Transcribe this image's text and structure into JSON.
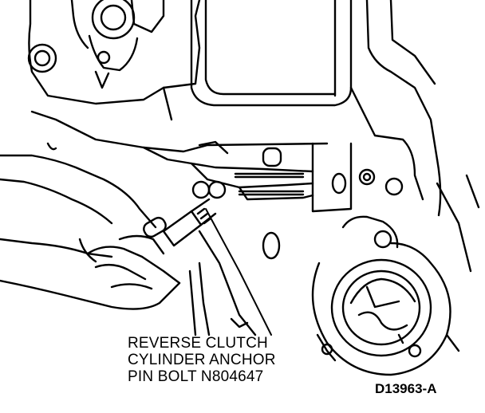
{
  "callout": {
    "lines": [
      "REVERSE CLUTCH",
      "CYLINDER ANCHOR",
      "PIN BOLT N804647"
    ]
  },
  "figure_id": "D13963-A",
  "icons": [
    "hand-holding-wrench-illustration",
    "transmission-case-illustration"
  ],
  "colors": {
    "ink": "#000000",
    "paper": "#ffffff"
  }
}
